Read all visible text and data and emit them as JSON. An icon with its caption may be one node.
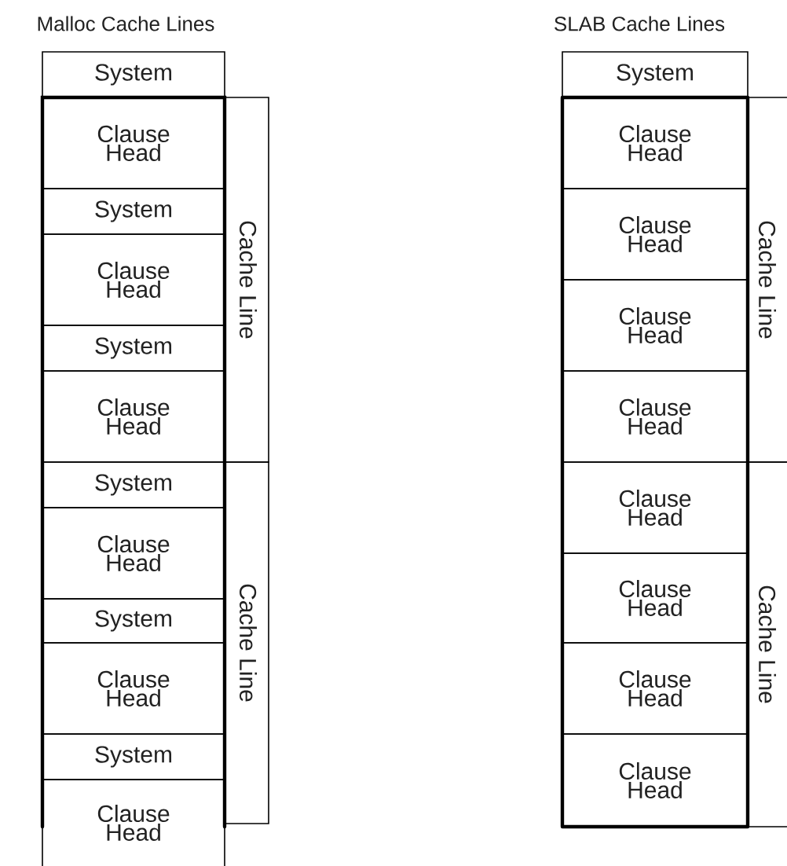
{
  "diagram": {
    "nodes": [
      {
        "text": [
          "System"
        ]
      },
      {
        "text": [
          "Clause Head"
        ]
      },
      {
        "text": [
          "System"
        ]
      },
      {
        "text": [
          "Clause Head"
        ]
      },
      {
        "text": [
          "System"
        ]
      },
      {
        "text": [
          "Clause Head"
        ]
      },
      {
        "text": [
          "System"
        ]
      },
      {
        "text": [
          "Clause Head"
        ]
      },
      {
        "text": [
          "System"
        ]
      },
      {
        "text": [
          "Clause Head"
        ]
      },
      {
        "text": [
          "System"
        ]
      },
      {
        "text": [
          "Clause Head"
        ]
      },
      {
        "text": [
          "Cache Line"
        ]
      },
      {
        "text": [
          "Cache Line"
        ]
      },
      {
        "text": [
          "System"
        ]
      },
      {
        "text": [
          "Clause Head"
        ]
      },
      {
        "text": [
          "Clause Head"
        ]
      },
      {
        "text": [
          "Clause Head"
        ]
      },
      {
        "text": [
          "Clause Head"
        ]
      },
      {
        "text": [
          "Clause Head"
        ]
      },
      {
        "text": [
          "Clause Head"
        ]
      },
      {
        "text": [
          "Clause Head"
        ]
      },
      {
        "text": [
          "Clause Head"
        ]
      },
      {
        "text": [
          "Cache Line"
        ]
      },
      {
        "text": [
          "Cache Line"
        ]
      }
    ],
    "labels": [
      "Malloc Cache Lines",
      "SLAB Cache Lines"
    ]
  }
}
